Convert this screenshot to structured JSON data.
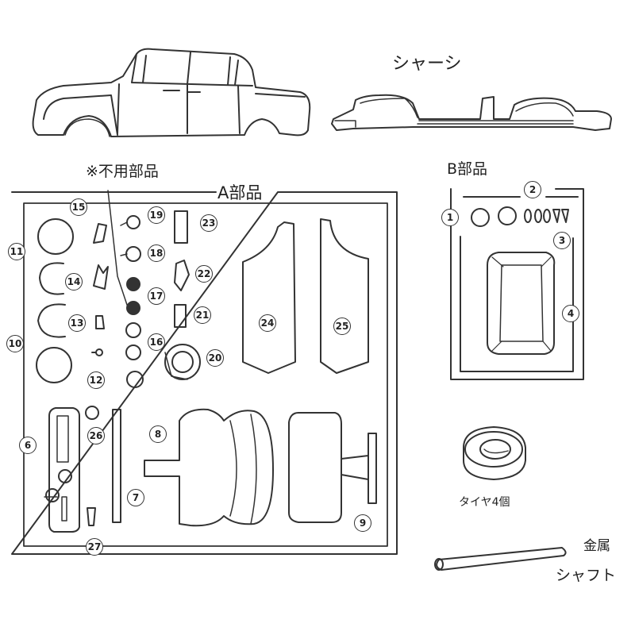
{
  "labels": {
    "chassis": "シャーシ",
    "unused_parts": "※不用部品",
    "parts_a": "A部品",
    "parts_b": "B部品",
    "tire": "タイヤ4個",
    "metal": "金属",
    "shaft": "シャフト"
  },
  "part_numbers": {
    "p1": "1",
    "p2": "2",
    "p3": "3",
    "p4": "4",
    "p6": "6",
    "p7": "7",
    "p8": "8",
    "p9": "9",
    "p10": "10",
    "p11": "11",
    "p12": "12",
    "p13": "13",
    "p14": "14",
    "p15": "15",
    "p16": "16",
    "p17": "17",
    "p18": "18",
    "p19": "19",
    "p20": "20",
    "p21": "21",
    "p22": "22",
    "p23": "23",
    "p24": "24",
    "p25": "25",
    "p26": "26",
    "p27": "27"
  }
}
